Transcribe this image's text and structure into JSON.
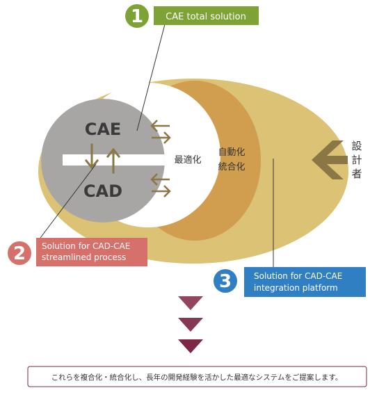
{
  "callout_1": {
    "number": "1",
    "label": "CAE total solution"
  },
  "callout_2": {
    "number": "2",
    "label_line1": "Solution for CAD-CAE",
    "label_line2": "streamlined process"
  },
  "callout_3": {
    "number": "3",
    "label_line1": "Solution for CAD-CAE",
    "label_line2": "integration platform"
  },
  "circle_top_label": "CAE",
  "circle_bottom_label": "CAD",
  "center_label": "最適化",
  "crescent_label_line1": "自動化",
  "crescent_label_line2": "統合化",
  "side_label_chars": [
    "設",
    "計",
    "者"
  ],
  "footer_text": "これらを複合化・統合化し、長年の開発経験を活かした最適なシステムをご提案します。",
  "colors": {
    "outer_gold": "#dcc274",
    "inner_orange": "#d19d4f",
    "gray_circle": "#a8a6a4",
    "olive_arrow": "#8a7745",
    "green": "#7fa236",
    "salmon": "#d5706a",
    "blue": "#2f7fc2",
    "maroon": "#7d2742"
  }
}
